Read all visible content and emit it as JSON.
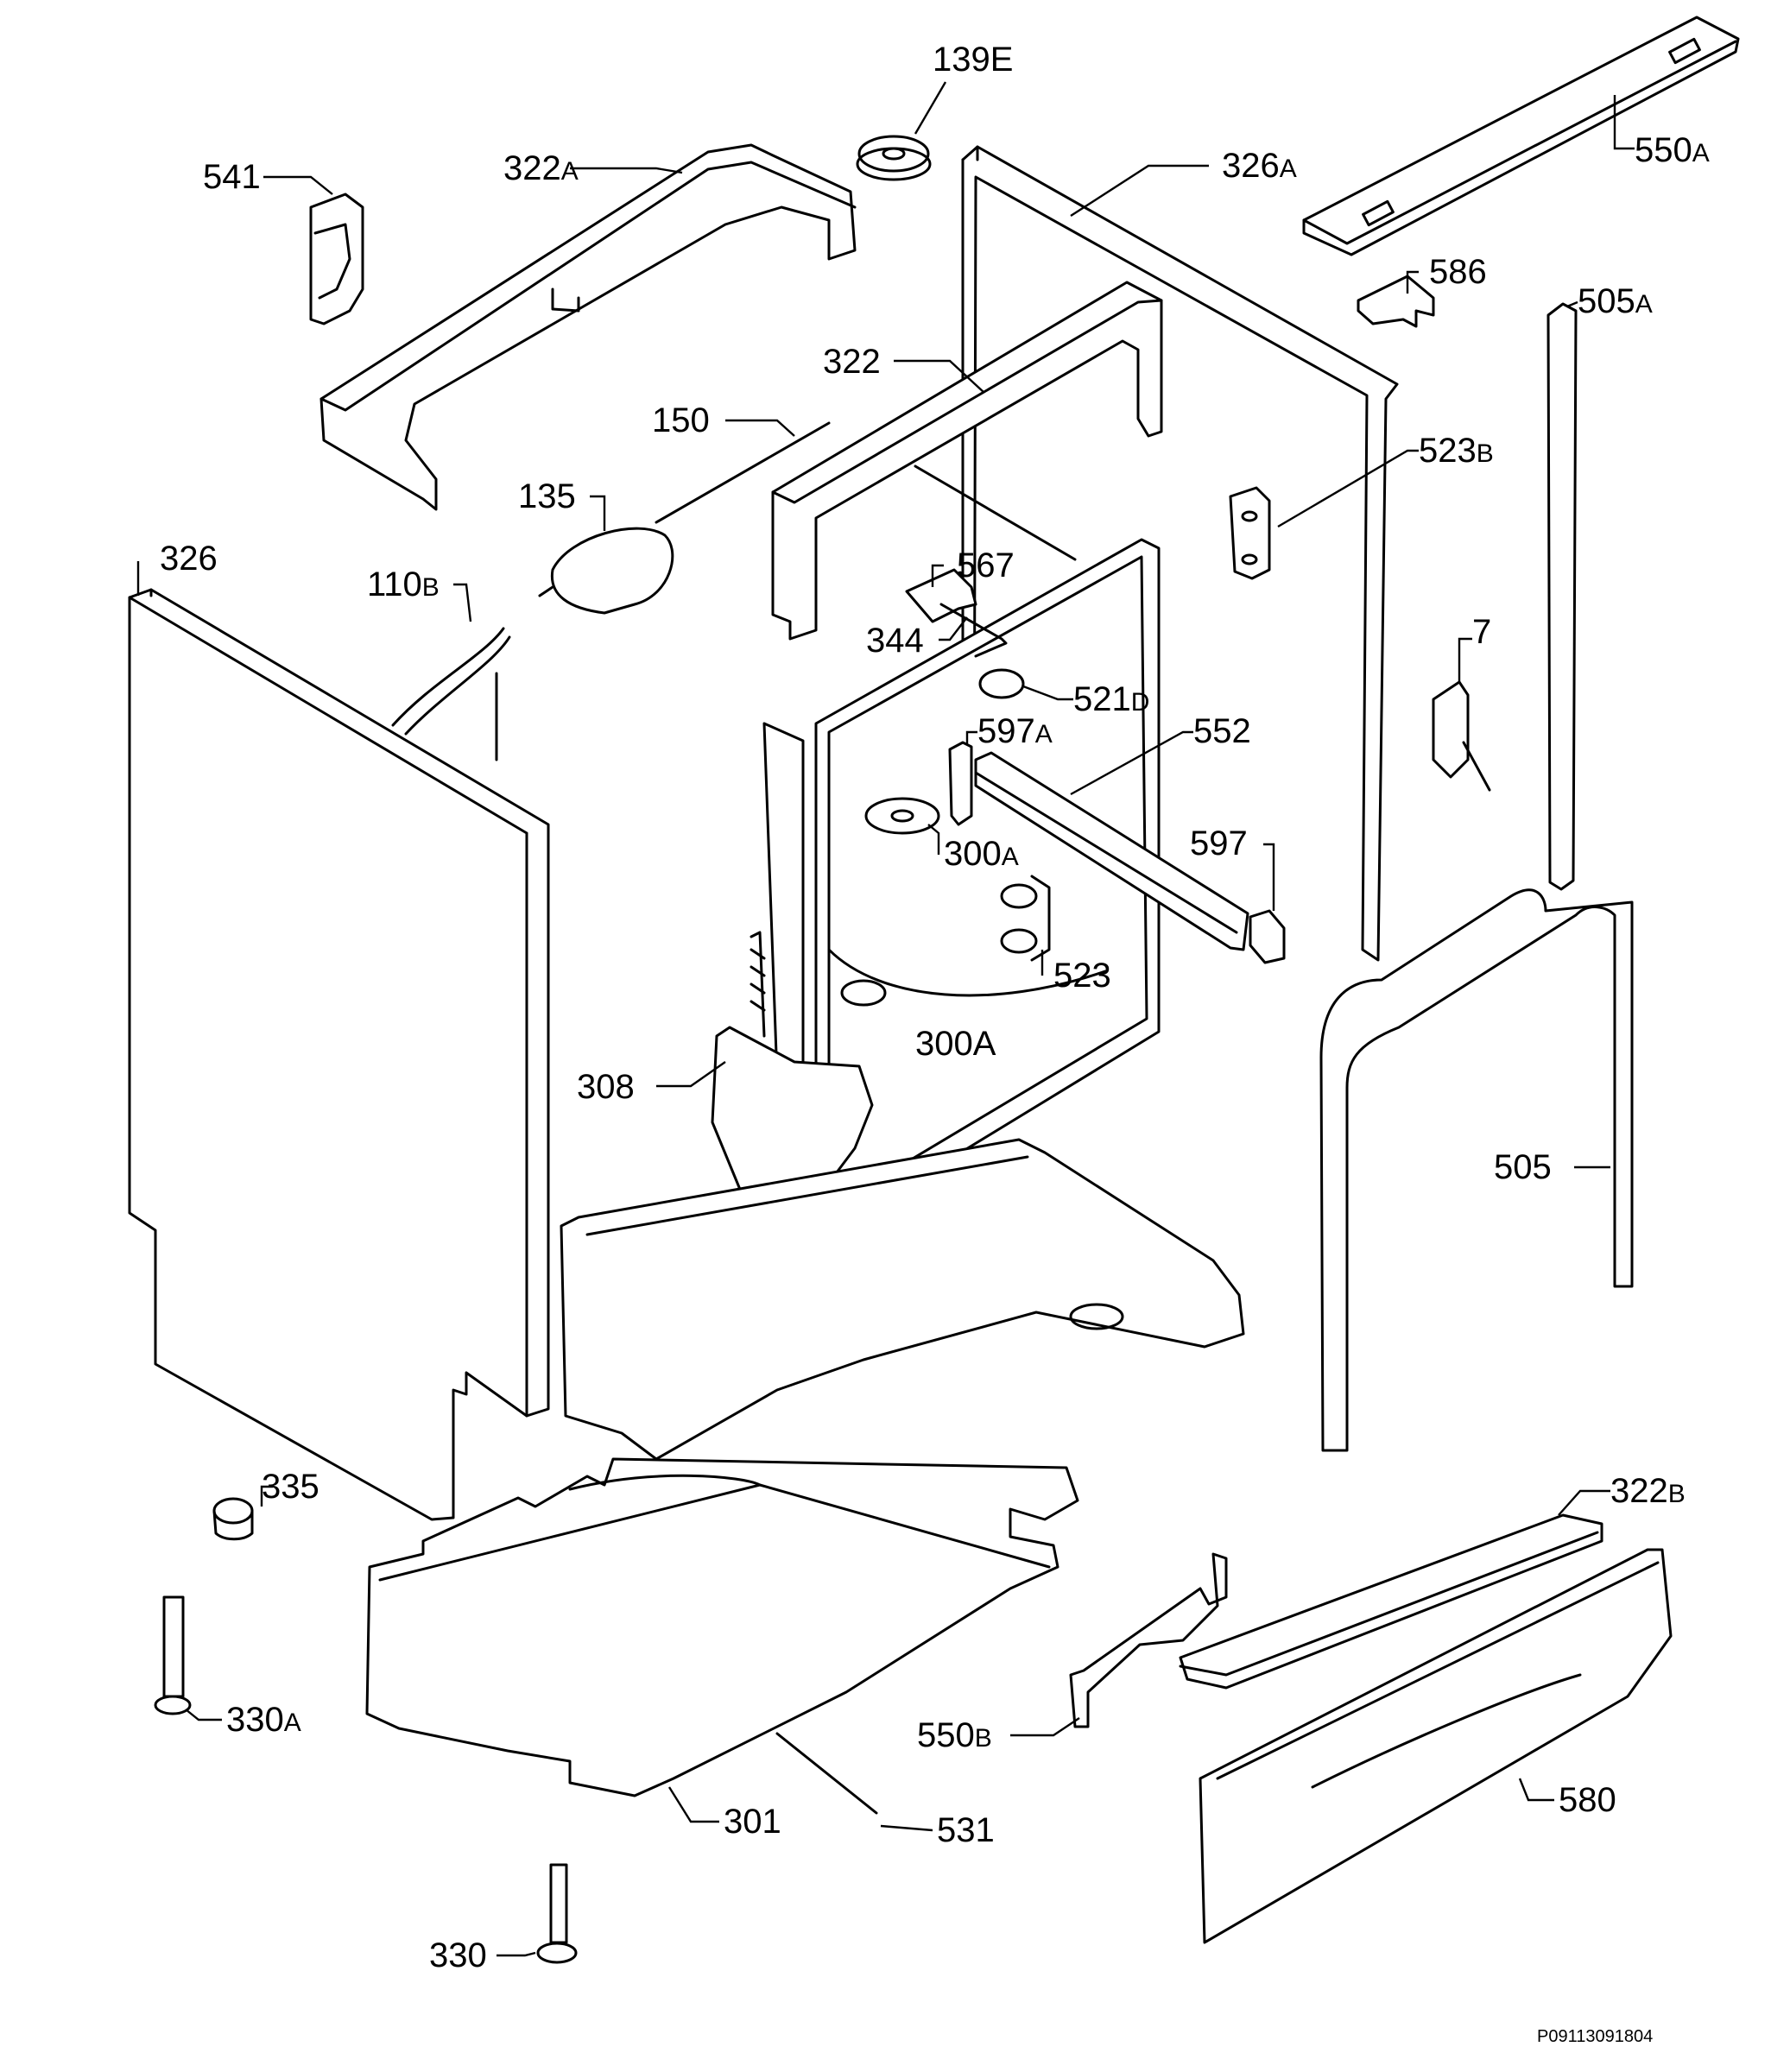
{
  "diagram": {
    "drawing_code": "P09113091804",
    "callouts": [
      {
        "num": "139E",
        "suf": ""
      },
      {
        "num": "541",
        "suf": ""
      },
      {
        "num": "322",
        "suf": "A"
      },
      {
        "num": "326",
        "suf": "A"
      },
      {
        "num": "550",
        "suf": "A"
      },
      {
        "num": "586",
        "suf": ""
      },
      {
        "num": "505",
        "suf": "A"
      },
      {
        "num": "322",
        "suf": ""
      },
      {
        "num": "150",
        "suf": ""
      },
      {
        "num": "523",
        "suf": "B"
      },
      {
        "num": "135",
        "suf": ""
      },
      {
        "num": "326",
        "suf": ""
      },
      {
        "num": "110",
        "suf": "B"
      },
      {
        "num": "567",
        "suf": ""
      },
      {
        "num": "344",
        "suf": ""
      },
      {
        "num": "7",
        "suf": ""
      },
      {
        "num": "521",
        "suf": "D"
      },
      {
        "num": "597",
        "suf": "A"
      },
      {
        "num": "552",
        "suf": ""
      },
      {
        "num": "300",
        "suf": "A"
      },
      {
        "num": "597",
        "suf": ""
      },
      {
        "num": "523",
        "suf": ""
      },
      {
        "num": "300A",
        "suf": ""
      },
      {
        "num": "308",
        "suf": ""
      },
      {
        "num": "505",
        "suf": ""
      },
      {
        "num": "335",
        "suf": ""
      },
      {
        "num": "322",
        "suf": "B"
      },
      {
        "num": "330",
        "suf": "A"
      },
      {
        "num": "550",
        "suf": "B"
      },
      {
        "num": "580",
        "suf": ""
      },
      {
        "num": "301",
        "suf": ""
      },
      {
        "num": "531",
        "suf": ""
      },
      {
        "num": "330",
        "suf": ""
      }
    ]
  }
}
